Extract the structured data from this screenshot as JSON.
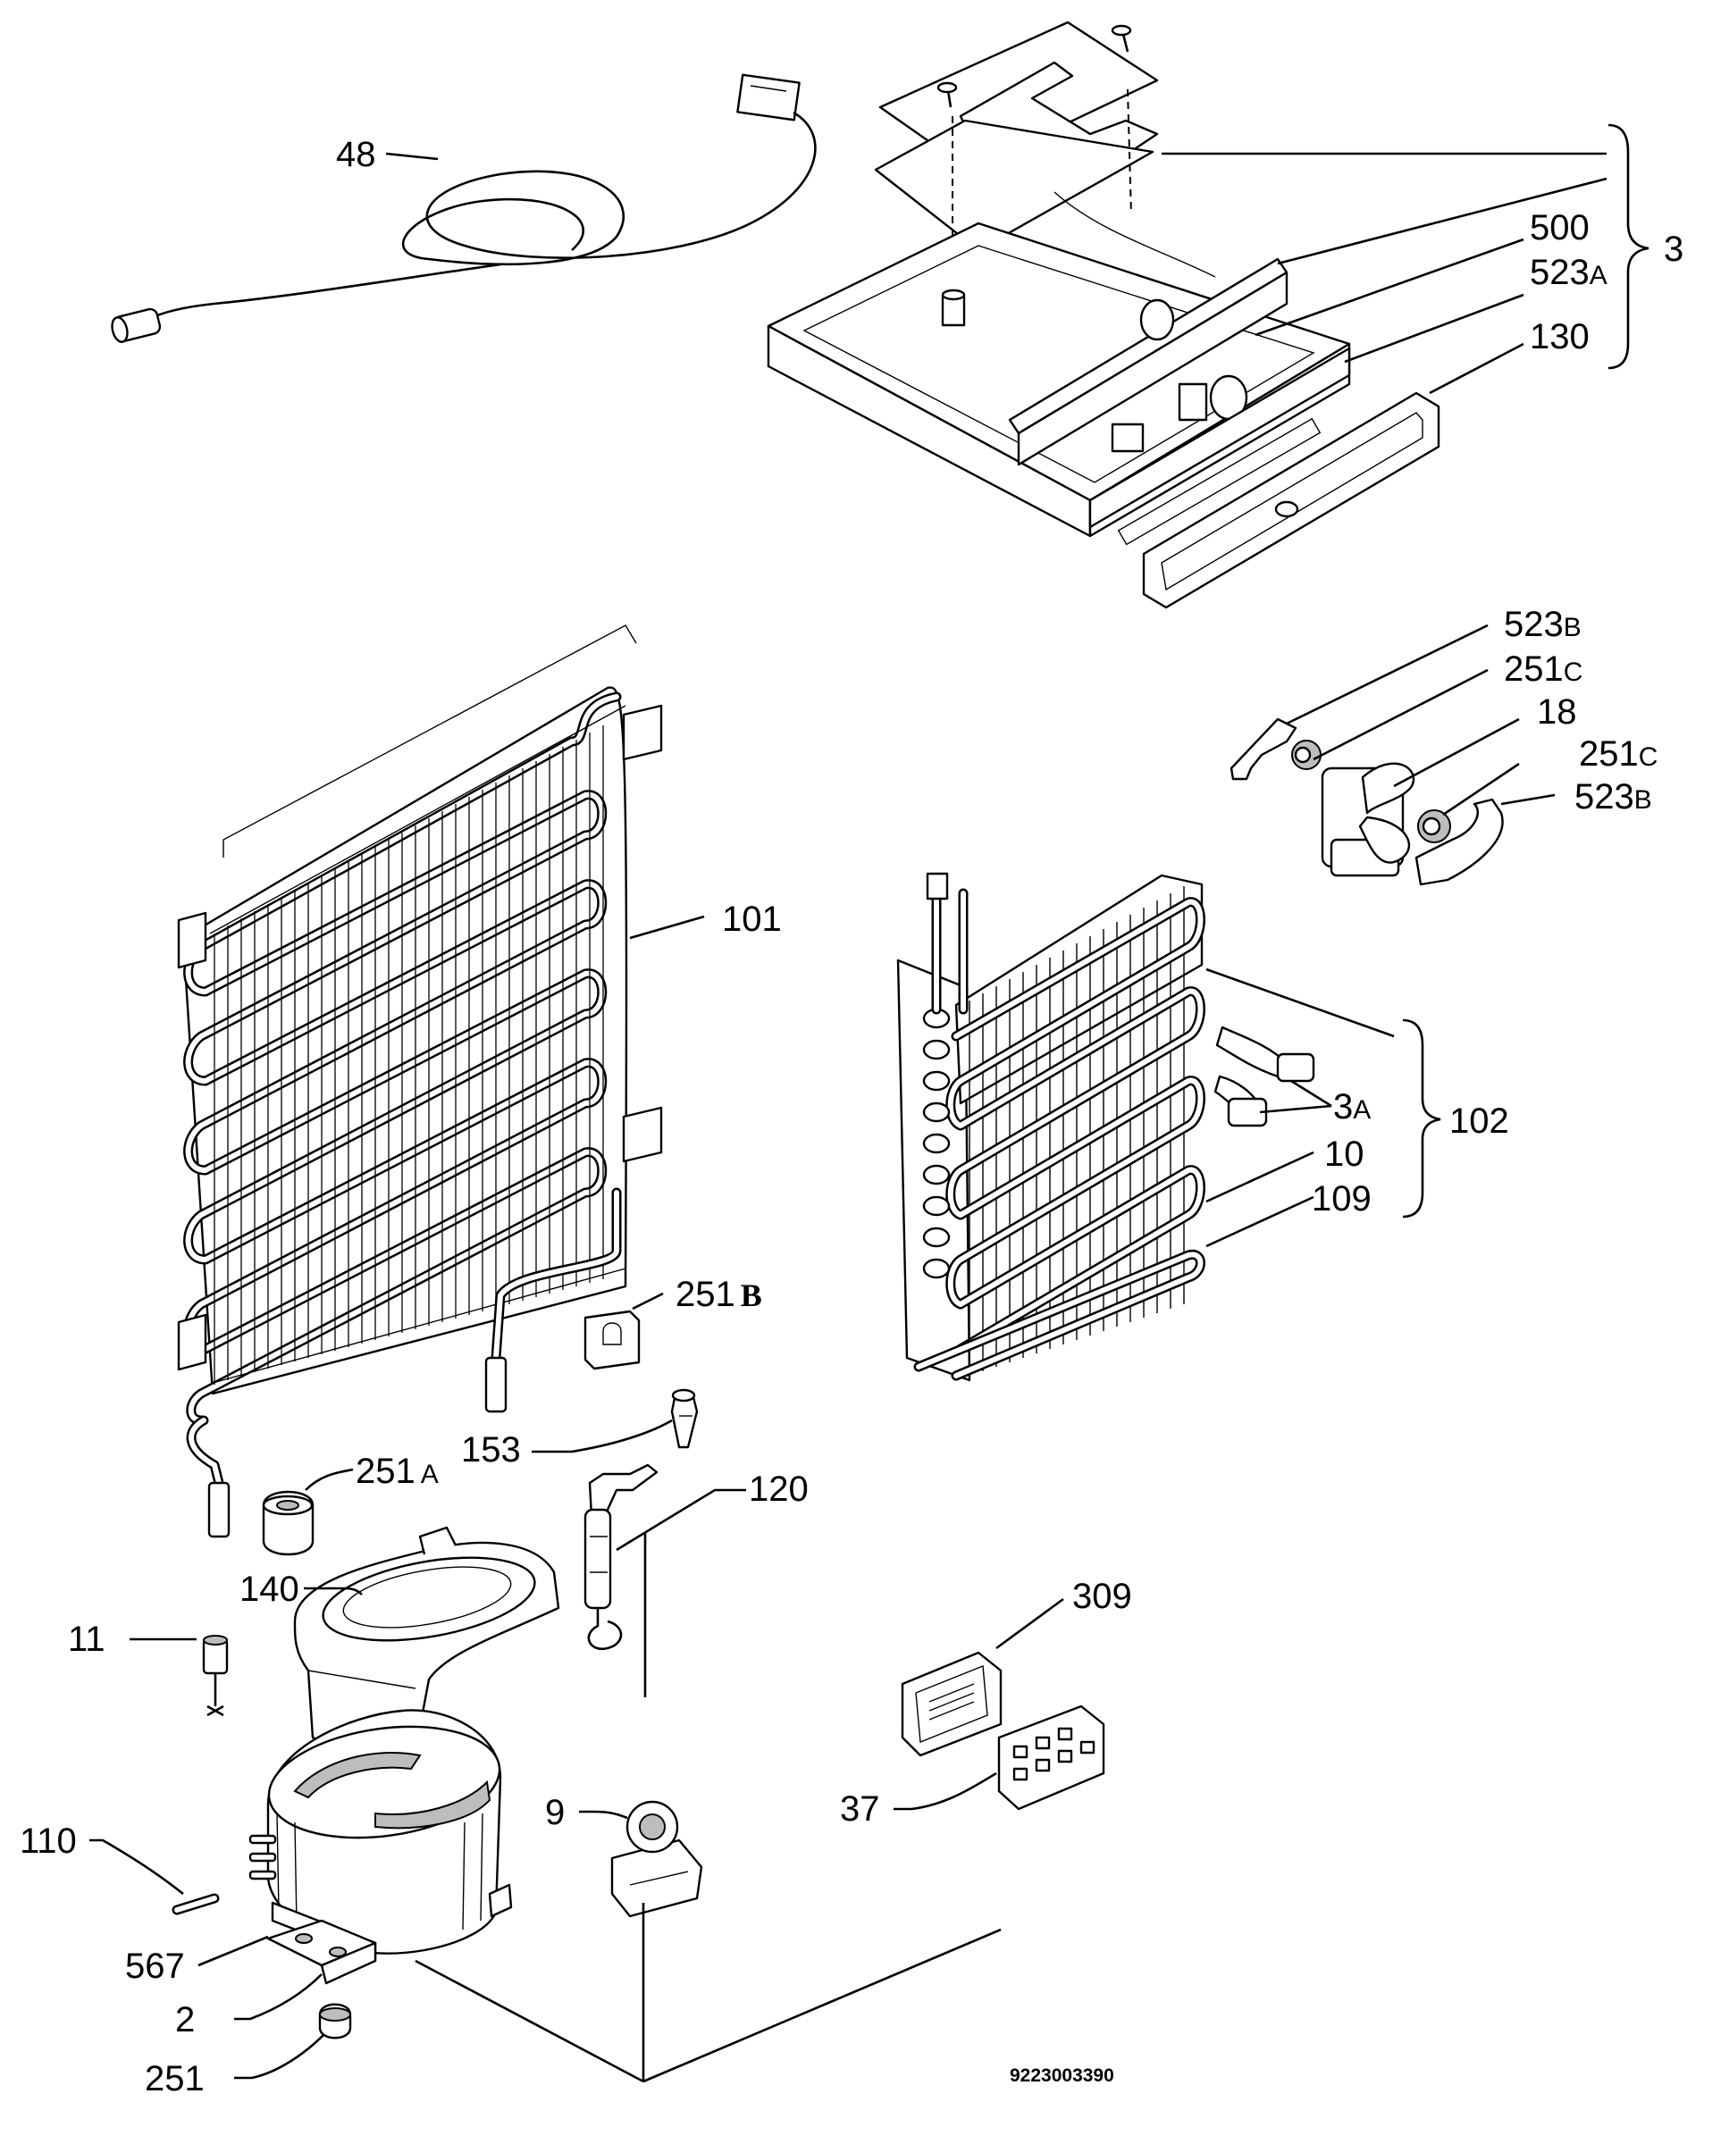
{
  "labels": {
    "l48": "48",
    "l3": "3",
    "l500": "500",
    "l523a": "523",
    "l523a_sub": "A",
    "l130": "130",
    "l523b1": "523",
    "l523b1_sub": "B",
    "l251c1": "251",
    "l251c1_sub": "C",
    "l18": "18",
    "l251c2": "251",
    "l251c2_sub": "C",
    "l523b2": "523",
    "l523b2_sub": "B",
    "l101": "101",
    "l3a": "3",
    "l3a_sub": "A",
    "l102": "102",
    "l10": "10",
    "l109": "109",
    "l251b": "251",
    "l251b_sub": "B",
    "l153": "153",
    "l251a": "251",
    "l251a_sub": "A",
    "l120": "120",
    "l140": "140",
    "l11": "11",
    "l309": "309",
    "l9": "9",
    "l37": "37",
    "l110": "110",
    "l567": "567",
    "l2": "2",
    "l251": "251"
  },
  "drawing_code": "9223003390"
}
